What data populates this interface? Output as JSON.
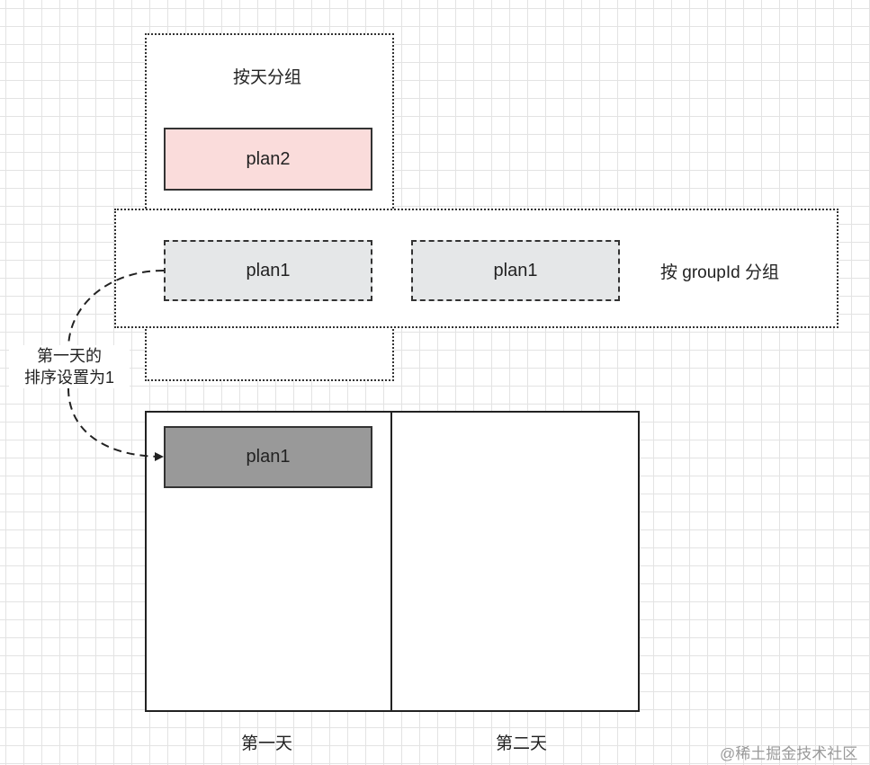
{
  "day_group": {
    "label": "按天分组",
    "plan_top": "plan2"
  },
  "group_id_group": {
    "label": "按 groupId 分组",
    "plan_left": "plan1",
    "plan_right": "plan1"
  },
  "arrow_label": {
    "line1": "第一天的",
    "line2": "排序设置为1"
  },
  "calendar": {
    "day1_plan": "plan1",
    "day1_label": "第一天",
    "day2_label": "第二天"
  },
  "watermark": "@稀土掘金技术社区",
  "colors": {
    "plan2_fill": "#fadcdb",
    "plan1_fill": "#e5e7e8",
    "placed_plan_fill": "#999999"
  }
}
